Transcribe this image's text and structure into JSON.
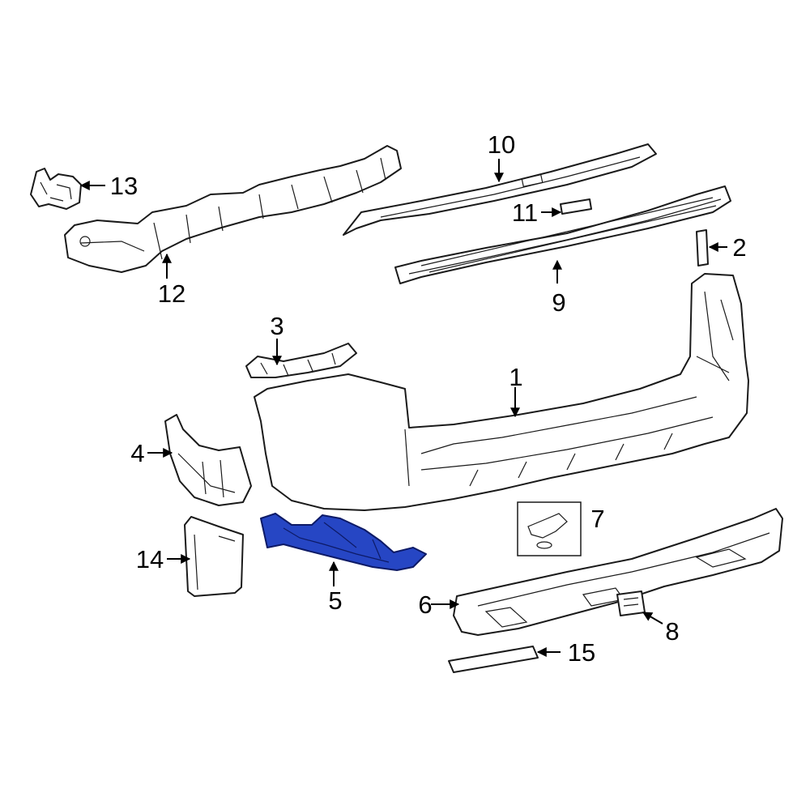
{
  "colors": {
    "highlight": "#2646c4",
    "line": "#1a1a1a",
    "background": "#ffffff"
  },
  "callouts": [
    {
      "id": "1",
      "text": "1"
    },
    {
      "id": "2",
      "text": "2"
    },
    {
      "id": "3",
      "text": "3"
    },
    {
      "id": "4",
      "text": "4"
    },
    {
      "id": "5",
      "text": "5"
    },
    {
      "id": "6",
      "text": "6"
    },
    {
      "id": "7",
      "text": "7"
    },
    {
      "id": "8",
      "text": "8"
    },
    {
      "id": "9",
      "text": "9"
    },
    {
      "id": "10",
      "text": "10"
    },
    {
      "id": "11",
      "text": "11"
    },
    {
      "id": "12",
      "text": "12"
    },
    {
      "id": "13",
      "text": "13"
    },
    {
      "id": "14",
      "text": "14"
    },
    {
      "id": "15",
      "text": "15"
    }
  ],
  "highlighted_part": "5"
}
